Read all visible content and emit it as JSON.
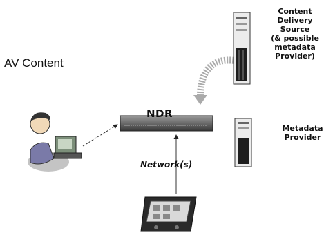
{
  "labels": {
    "av_content": "AV Content",
    "ndr": "NDR",
    "network": "Network(s)",
    "content_delivery_source": [
      "Content",
      "Delivery",
      "Source",
      "(& possible",
      "metadata",
      "Provider)"
    ],
    "metadata_provider": [
      "Metadata",
      "Provider"
    ]
  },
  "icons": {
    "user": "person-at-computer-icon",
    "ndr_device": "set-top-box-icon",
    "content_server": "server-tower-icon",
    "metadata_server": "server-tower-icon",
    "handheld": "pda-icon"
  }
}
